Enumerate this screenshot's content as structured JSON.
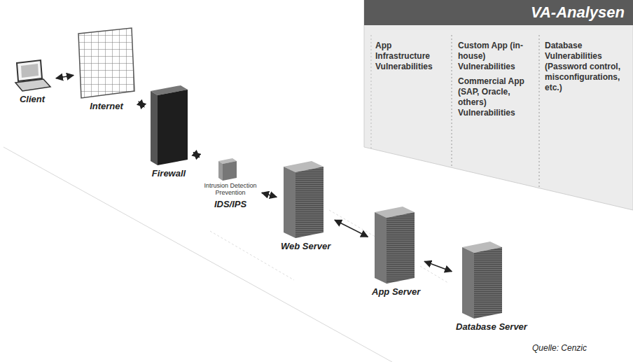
{
  "diagram": {
    "nodes": [
      {
        "text": [
          "Client"
        ]
      },
      {
        "text": [
          "Internet"
        ]
      },
      {
        "text": [
          "Firewall"
        ]
      },
      {
        "text": [
          "Intrusion Detection Prevention",
          "IDS/IPS"
        ]
      },
      {
        "text": [
          "Web Server"
        ]
      },
      {
        "text": [
          "App Server"
        ]
      },
      {
        "text": [
          "Database Server"
        ]
      },
      {
        "text": [
          "VA-Analysen"
        ]
      },
      {
        "text": [
          "App Infrastructure Vulnerabilities"
        ],
        "in": 7
      },
      {
        "text": [
          "Custom App (in-house) Vulnerabilities",
          "Commercial App (SAP, Oracle, others) Vulnerabilities"
        ],
        "in": 7
      },
      {
        "text": [
          "Database Vulnerabilities (Password control, misconfigurations, etc.)"
        ],
        "in": 7
      }
    ],
    "edges": [
      {
        "from": 0,
        "to": 1,
        "arrow": "both"
      },
      {
        "from": 1,
        "to": 2,
        "arrow": "both"
      },
      {
        "from": 2,
        "to": 3,
        "arrow": "both"
      },
      {
        "from": 3,
        "to": 4,
        "arrow": "both"
      },
      {
        "from": 4,
        "to": 5,
        "arrow": "both"
      },
      {
        "from": 5,
        "to": 6,
        "arrow": "both"
      }
    ],
    "labels": [
      "Quelle: Cenzic"
    ]
  }
}
